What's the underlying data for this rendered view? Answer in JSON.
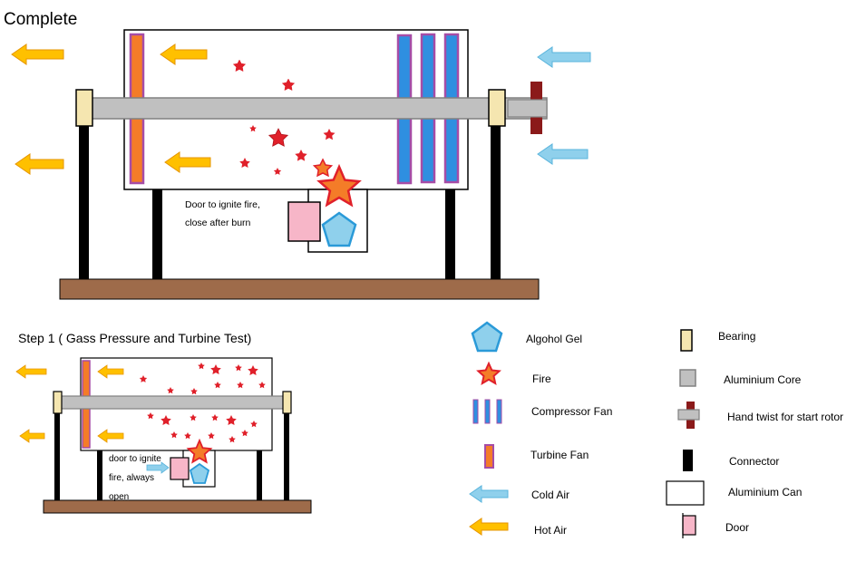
{
  "title": "Complete",
  "step1_title": "Step 1 ( Gass Pressure and Turbine Test)",
  "door_note_complete": [
    "Door to ignite fire,",
    "close after burn"
  ],
  "door_note_step1": [
    "door to ignite",
    "fire, always",
    "open"
  ],
  "legend": {
    "alcohol_gel": "Algohol Gel",
    "fire": "Fire",
    "compressor_fan": "Compressor Fan",
    "turbine_fan": "Turbine Fan",
    "cold_air": "Cold Air",
    "hot_air": "Hot Air",
    "bearing": "Bearing",
    "aluminium_core": "Aluminium Core",
    "hand_twist": "Hand twist for start rotor",
    "connector": "Connector",
    "aluminium_can": "Aluminium Can",
    "door": "Door"
  },
  "colors": {
    "hot_air": "#ffc000",
    "hot_air_stroke": "#e69500",
    "cold_air": "#8fd0ec",
    "cold_air_stroke": "#5ab4dc",
    "turbine_fill": "#f47c28",
    "turbine_stroke": "#a64ca6",
    "compressor_fill": "#2f8fe0",
    "compressor_stroke": "#a64ca6",
    "core_fill": "#c0c0c0",
    "core_stroke": "#808080",
    "bearing_fill": "#f5e6b0",
    "connector": "#000000",
    "hand_twist": "#8b1a1a",
    "door_fill": "#f7b6c8",
    "fire_fill": "#f47c28",
    "fire_stroke": "#e0202a",
    "small_star": "#e0202a",
    "gel_fill": "#8fd0ec",
    "gel_stroke": "#2a9ad8",
    "base_fill": "#9e6b4a"
  }
}
